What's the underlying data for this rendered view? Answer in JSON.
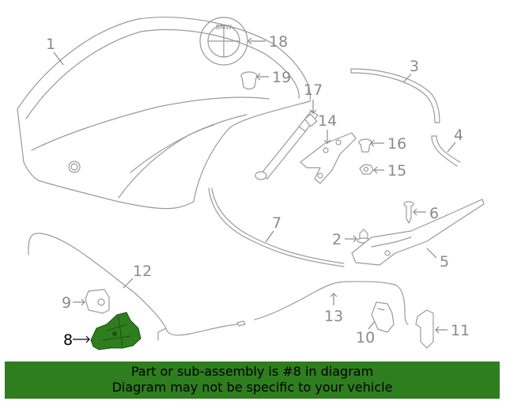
{
  "callouts": {
    "c1": "1",
    "c2": "2",
    "c3": "3",
    "c4": "4",
    "c5": "5",
    "c6": "6",
    "c7": "7",
    "c8": "8",
    "c9": "9",
    "c10": "10",
    "c11": "11",
    "c12": "12",
    "c13": "13",
    "c14": "14",
    "c15": "15",
    "c16": "16",
    "c17": "17",
    "c18": "18",
    "c19": "19"
  },
  "highlighted_part": "8",
  "colors": {
    "highlight": "#2e7d1e",
    "banner_bg": "#2e7d1e",
    "line": "#9a9a9a",
    "label": "#8a8a8a"
  },
  "emblem_text": "BMW",
  "banner": {
    "line1": "Part or sub-assembly is #8 in diagram",
    "line2": "Diagram may not be specific to your vehicle"
  }
}
